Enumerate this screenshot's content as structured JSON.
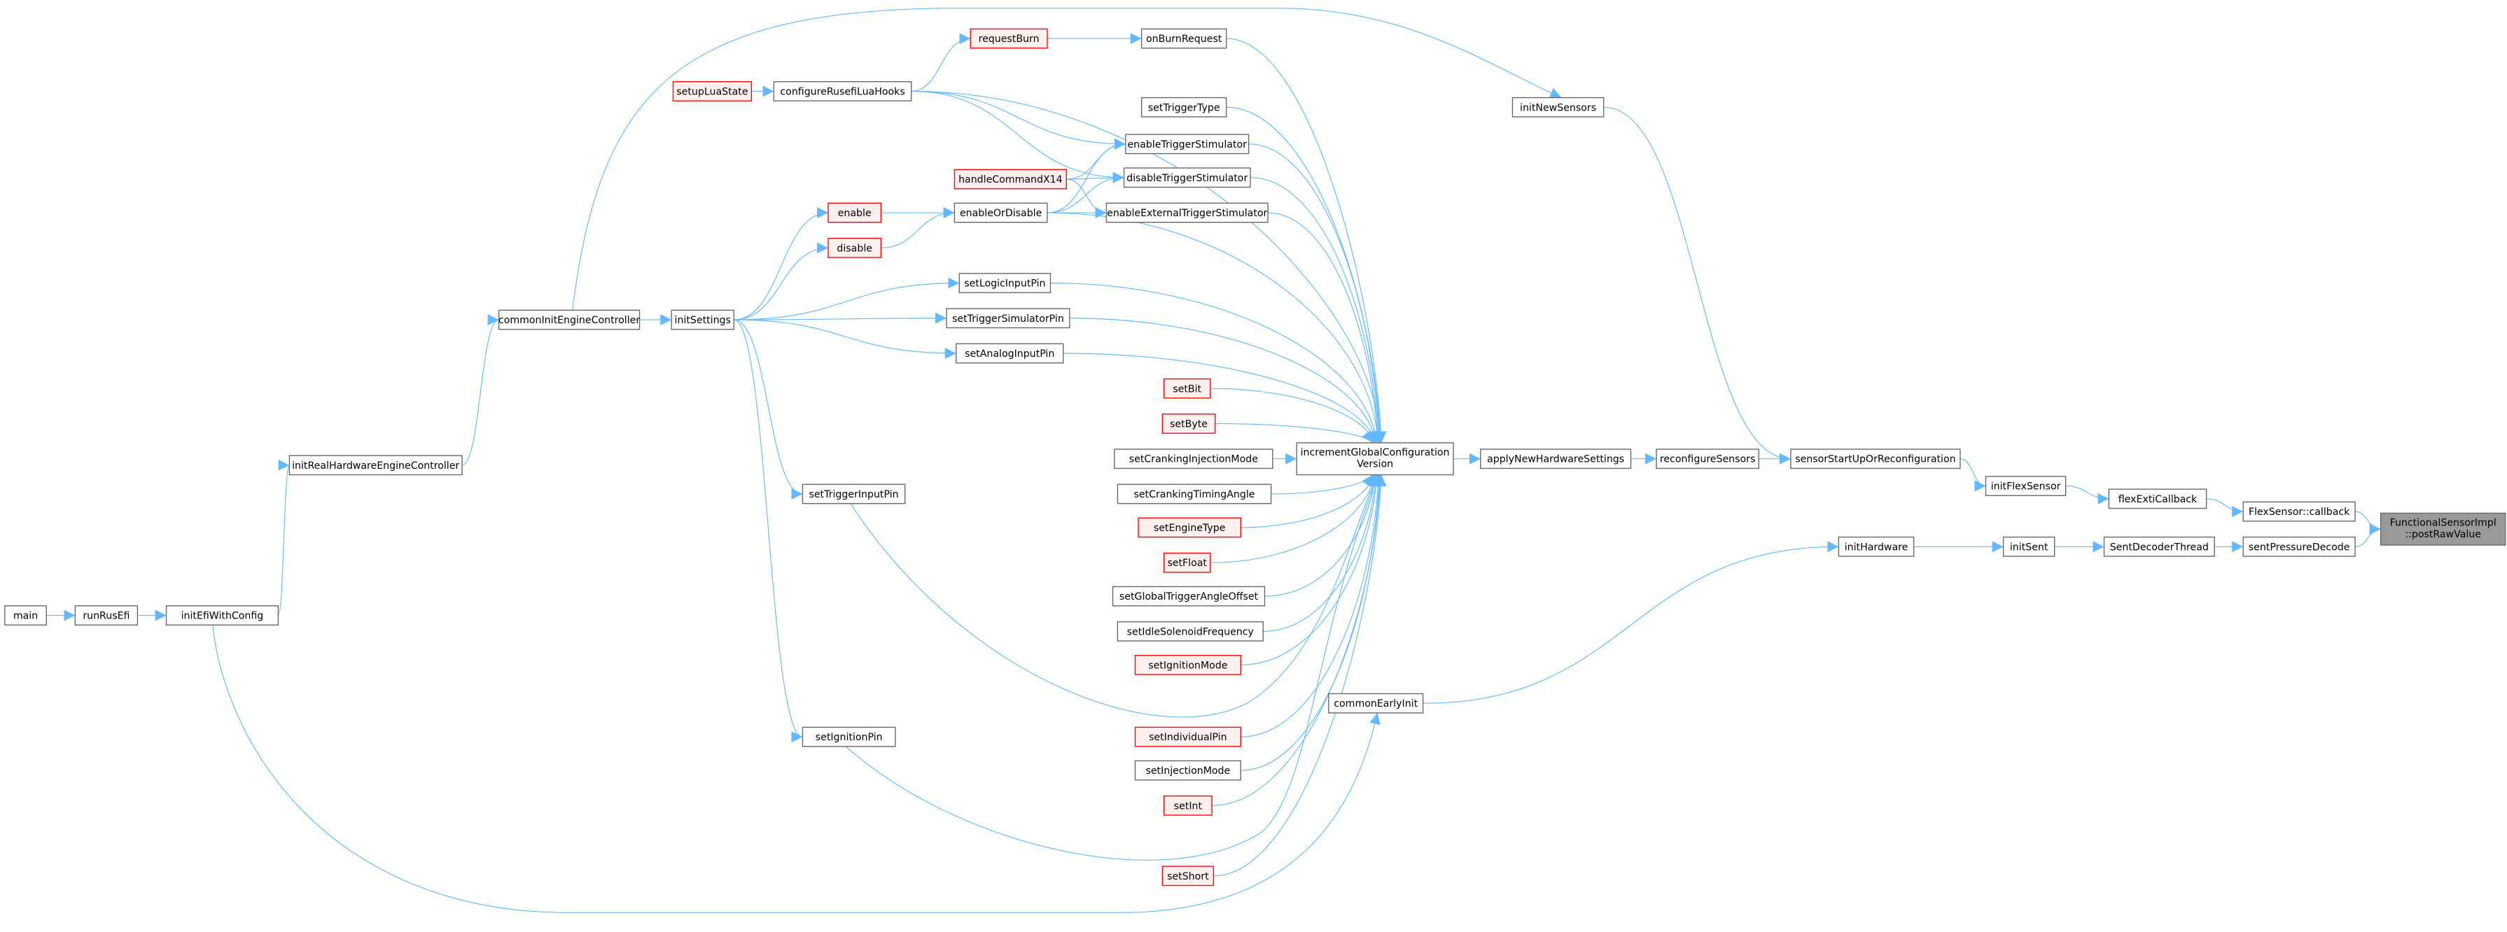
{
  "title": "FunctionalSensorImpl::postRawValue caller graph",
  "colors": {
    "edge": "#63b8ff",
    "node_border": "#666666",
    "red_border": "#ff0000",
    "red_fill": "#fff0f0",
    "current_fill": "#999999"
  },
  "nodes": [
    {
      "id": "main",
      "label": "main",
      "kind": "normal"
    },
    {
      "id": "runRusEfi",
      "label": "runRusEfi",
      "kind": "normal"
    },
    {
      "id": "initEfiWithConfig",
      "label": "initEfiWithConfig",
      "kind": "normal"
    },
    {
      "id": "initRealHardwareEngineController",
      "label": "initRealHardwareEngineController",
      "kind": "normal"
    },
    {
      "id": "commonInitEngineController",
      "label": "commonInitEngineController",
      "kind": "normal"
    },
    {
      "id": "initSettings",
      "label": "initSettings",
      "kind": "normal"
    },
    {
      "id": "setupLuaState",
      "label": "setupLuaState",
      "kind": "red"
    },
    {
      "id": "configureRusefiLuaHooks",
      "label": "configureRusefiLuaHooks",
      "kind": "normal"
    },
    {
      "id": "requestBurn",
      "label": "requestBurn",
      "kind": "red"
    },
    {
      "id": "onBurnRequest",
      "label": "onBurnRequest",
      "kind": "normal"
    },
    {
      "id": "setTriggerType",
      "label": "setTriggerType",
      "kind": "normal"
    },
    {
      "id": "enableTriggerStimulator",
      "label": "enableTriggerStimulator",
      "kind": "normal"
    },
    {
      "id": "disableTriggerStimulator",
      "label": "disableTriggerStimulator",
      "kind": "normal"
    },
    {
      "id": "handleCommandX14",
      "label": "handleCommandX14",
      "kind": "red"
    },
    {
      "id": "enable",
      "label": "enable",
      "kind": "red"
    },
    {
      "id": "enableOrDisable",
      "label": "enableOrDisable",
      "kind": "normal"
    },
    {
      "id": "enableExternalTriggerStimulator",
      "label": "enableExternalTriggerStimulator",
      "kind": "normal"
    },
    {
      "id": "disable",
      "label": "disable",
      "kind": "red"
    },
    {
      "id": "setLogicInputPin",
      "label": "setLogicInputPin",
      "kind": "normal"
    },
    {
      "id": "setTriggerSimulatorPin",
      "label": "setTriggerSimulatorPin",
      "kind": "normal"
    },
    {
      "id": "setAnalogInputPin",
      "label": "setAnalogInputPin",
      "kind": "normal"
    },
    {
      "id": "setBit",
      "label": "setBit",
      "kind": "red"
    },
    {
      "id": "setByte",
      "label": "setByte",
      "kind": "red"
    },
    {
      "id": "setCrankingInjectionMode",
      "label": "setCrankingInjectionMode",
      "kind": "normal"
    },
    {
      "id": "setCrankingTimingAngle",
      "label": "setCrankingTimingAngle",
      "kind": "normal"
    },
    {
      "id": "setEngineType",
      "label": "setEngineType",
      "kind": "red"
    },
    {
      "id": "setFloat",
      "label": "setFloat",
      "kind": "red"
    },
    {
      "id": "setGlobalTriggerAngleOffset",
      "label": "setGlobalTriggerAngleOffset",
      "kind": "normal"
    },
    {
      "id": "setIdleSolenoidFrequency",
      "label": "setIdleSolenoidFrequency",
      "kind": "normal"
    },
    {
      "id": "setIgnitionMode",
      "label": "setIgnitionMode",
      "kind": "red"
    },
    {
      "id": "setIndividualPin",
      "label": "setIndividualPin",
      "kind": "red"
    },
    {
      "id": "setInjectionMode",
      "label": "setInjectionMode",
      "kind": "normal"
    },
    {
      "id": "setInt",
      "label": "setInt",
      "kind": "red"
    },
    {
      "id": "setShort",
      "label": "setShort",
      "kind": "red"
    },
    {
      "id": "setTriggerInputPin",
      "label": "setTriggerInputPin",
      "kind": "normal"
    },
    {
      "id": "setIgnitionPin",
      "label": "setIgnitionPin",
      "kind": "normal"
    },
    {
      "id": "incrementGlobalConfigurationVersion",
      "label": "incrementGlobalConfiguration",
      "label2": "Version",
      "kind": "normal"
    },
    {
      "id": "applyNewHardwareSettings",
      "label": "applyNewHardwareSettings",
      "kind": "normal"
    },
    {
      "id": "reconfigureSensors",
      "label": "reconfigureSensors",
      "kind": "normal"
    },
    {
      "id": "sensorStartUpOrReconfiguration",
      "label": "sensorStartUpOrReconfiguration",
      "kind": "normal"
    },
    {
      "id": "initNewSensors",
      "label": "initNewSensors",
      "kind": "normal"
    },
    {
      "id": "initFlexSensor",
      "label": "initFlexSensor",
      "kind": "normal"
    },
    {
      "id": "flexExtiCallback",
      "label": "flexExtiCallback",
      "kind": "normal"
    },
    {
      "id": "FlexSensorCallback",
      "label": "FlexSensor::callback",
      "kind": "normal"
    },
    {
      "id": "postRawValue",
      "label": "FunctionalSensorImpl",
      "label2": "::postRawValue",
      "kind": "current"
    },
    {
      "id": "sentPressureDecode",
      "label": "sentPressureDecode",
      "kind": "normal"
    },
    {
      "id": "SentDecoderThread",
      "label": "SentDecoderThread",
      "kind": "normal"
    },
    {
      "id": "initSent",
      "label": "initSent",
      "kind": "normal"
    },
    {
      "id": "initHardware",
      "label": "initHardware",
      "kind": "normal"
    },
    {
      "id": "commonEarlyInit",
      "label": "commonEarlyInit",
      "kind": "normal"
    }
  ],
  "edges": [
    [
      "main",
      "runRusEfi"
    ],
    [
      "runRusEfi",
      "initEfiWithConfig"
    ],
    [
      "initEfiWithConfig",
      "initRealHardwareEngineController"
    ],
    [
      "initEfiWithConfig",
      "commonEarlyInit"
    ],
    [
      "initRealHardwareEngineController",
      "commonInitEngineController"
    ],
    [
      "commonInitEngineController",
      "initSettings"
    ],
    [
      "commonInitEngineController",
      "initNewSensors"
    ],
    [
      "setupLuaState",
      "configureRusefiLuaHooks"
    ],
    [
      "configureRusefiLuaHooks",
      "requestBurn"
    ],
    [
      "configureRusefiLuaHooks",
      "incrementGlobalConfigurationVersion"
    ],
    [
      "configureRusefiLuaHooks",
      "enableTriggerStimulator"
    ],
    [
      "configureRusefiLuaHooks",
      "disableTriggerStimulator"
    ],
    [
      "requestBurn",
      "onBurnRequest"
    ],
    [
      "onBurnRequest",
      "incrementGlobalConfigurationVersion"
    ],
    [
      "setTriggerType",
      "incrementGlobalConfigurationVersion"
    ],
    [
      "enableTriggerStimulator",
      "incrementGlobalConfigurationVersion"
    ],
    [
      "disableTriggerStimulator",
      "incrementGlobalConfigurationVersion"
    ],
    [
      "enableExternalTriggerStimulator",
      "incrementGlobalConfigurationVersion"
    ],
    [
      "handleCommandX14",
      "enableTriggerStimulator"
    ],
    [
      "handleCommandX14",
      "disableTriggerStimulator"
    ],
    [
      "handleCommandX14",
      "enableExternalTriggerStimulator"
    ],
    [
      "enableOrDisable",
      "enableTriggerStimulator"
    ],
    [
      "enableOrDisable",
      "disableTriggerStimulator"
    ],
    [
      "enableOrDisable",
      "enableExternalTriggerStimulator"
    ],
    [
      "enableOrDisable",
      "incrementGlobalConfigurationVersion"
    ],
    [
      "enable",
      "enableOrDisable"
    ],
    [
      "disable",
      "enableOrDisable"
    ],
    [
      "initSettings",
      "enable"
    ],
    [
      "initSettings",
      "disable"
    ],
    [
      "initSettings",
      "setLogicInputPin"
    ],
    [
      "initSettings",
      "setTriggerSimulatorPin"
    ],
    [
      "initSettings",
      "setAnalogInputPin"
    ],
    [
      "initSettings",
      "setTriggerInputPin"
    ],
    [
      "initSettings",
      "setIgnitionPin"
    ],
    [
      "setLogicInputPin",
      "incrementGlobalConfigurationVersion"
    ],
    [
      "setTriggerSimulatorPin",
      "incrementGlobalConfigurationVersion"
    ],
    [
      "setAnalogInputPin",
      "incrementGlobalConfigurationVersion"
    ],
    [
      "setBit",
      "incrementGlobalConfigurationVersion"
    ],
    [
      "setByte",
      "incrementGlobalConfigurationVersion"
    ],
    [
      "setCrankingInjectionMode",
      "incrementGlobalConfigurationVersion"
    ],
    [
      "setCrankingTimingAngle",
      "incrementGlobalConfigurationVersion"
    ],
    [
      "setEngineType",
      "incrementGlobalConfigurationVersion"
    ],
    [
      "setFloat",
      "incrementGlobalConfigurationVersion"
    ],
    [
      "setGlobalTriggerAngleOffset",
      "incrementGlobalConfigurationVersion"
    ],
    [
      "setIdleSolenoidFrequency",
      "incrementGlobalConfigurationVersion"
    ],
    [
      "setIgnitionMode",
      "incrementGlobalConfigurationVersion"
    ],
    [
      "setIndividualPin",
      "incrementGlobalConfigurationVersion"
    ],
    [
      "setInjectionMode",
      "incrementGlobalConfigurationVersion"
    ],
    [
      "setInt",
      "incrementGlobalConfigurationVersion"
    ],
    [
      "setShort",
      "incrementGlobalConfigurationVersion"
    ],
    [
      "setTriggerInputPin",
      "incrementGlobalConfigurationVersion"
    ],
    [
      "setIgnitionPin",
      "incrementGlobalConfigurationVersion"
    ],
    [
      "incrementGlobalConfigurationVersion",
      "applyNewHardwareSettings"
    ],
    [
      "applyNewHardwareSettings",
      "reconfigureSensors"
    ],
    [
      "reconfigureSensors",
      "sensorStartUpOrReconfiguration"
    ],
    [
      "initNewSensors",
      "sensorStartUpOrReconfiguration"
    ],
    [
      "sensorStartUpOrReconfiguration",
      "initFlexSensor"
    ],
    [
      "initFlexSensor",
      "flexExtiCallback"
    ],
    [
      "flexExtiCallback",
      "FlexSensorCallback"
    ],
    [
      "FlexSensorCallback",
      "postRawValue"
    ],
    [
      "commonEarlyInit",
      "initHardware"
    ],
    [
      "initHardware",
      "initSent"
    ],
    [
      "initSent",
      "SentDecoderThread"
    ],
    [
      "SentDecoderThread",
      "sentPressureDecode"
    ],
    [
      "sentPressureDecode",
      "postRawValue"
    ]
  ]
}
